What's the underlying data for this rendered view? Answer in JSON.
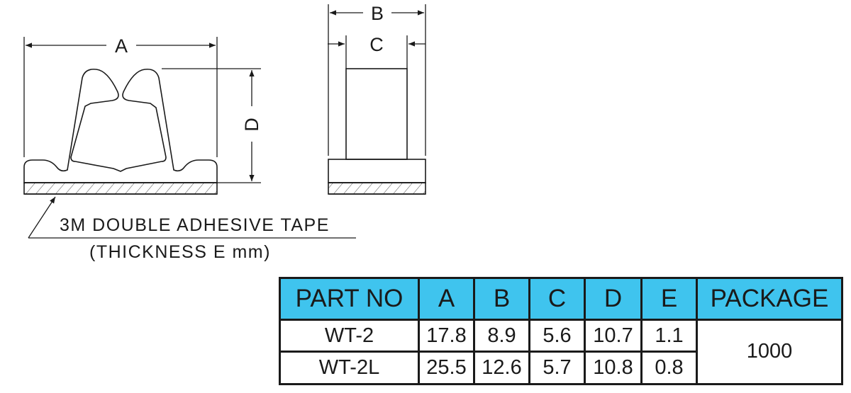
{
  "dimension_labels": {
    "a": "A",
    "b": "B",
    "c": "C",
    "d": "D"
  },
  "tape_note": {
    "line1": "3M DOUBLE ADHESIVE TAPE",
    "line2": "(THICKNESS  E  mm)"
  },
  "table": {
    "headers": [
      "PART NO",
      "A",
      "B",
      "C",
      "D",
      "E",
      "PACKAGE"
    ],
    "rows": [
      {
        "part_no": "WT-2",
        "a": "17.8",
        "b": "8.9",
        "c": "5.6",
        "d": "10.7",
        "e": "1.1"
      },
      {
        "part_no": "WT-2L",
        "a": "25.5",
        "b": "12.6",
        "c": "5.7",
        "d": "10.8",
        "e": "0.8"
      }
    ],
    "package": "1000"
  },
  "colors": {
    "header_fill": "#3fc4ee",
    "ink": "#1a1a1a"
  }
}
